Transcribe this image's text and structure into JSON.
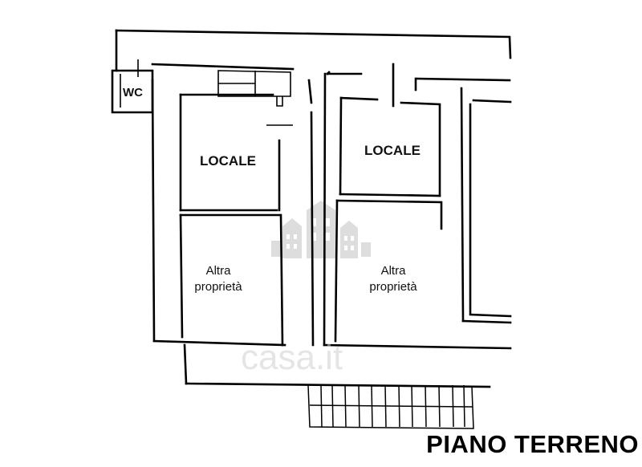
{
  "rooms": {
    "wc": "WC",
    "locale_left": "LOCALE",
    "locale_right": "LOCALE",
    "altra_left_line1": "Altra",
    "altra_left_line2": "proprietà",
    "altra_right_line1": "Altra",
    "altra_right_line2": "proprietà"
  },
  "floor_label": "PIANO TERRENO",
  "watermark": {
    "text": "casa.it",
    "logo_icon": "buildings-logo-icon",
    "color": "#cfcfcf"
  },
  "colors": {
    "walls": "#000000",
    "background": "#ffffff"
  }
}
